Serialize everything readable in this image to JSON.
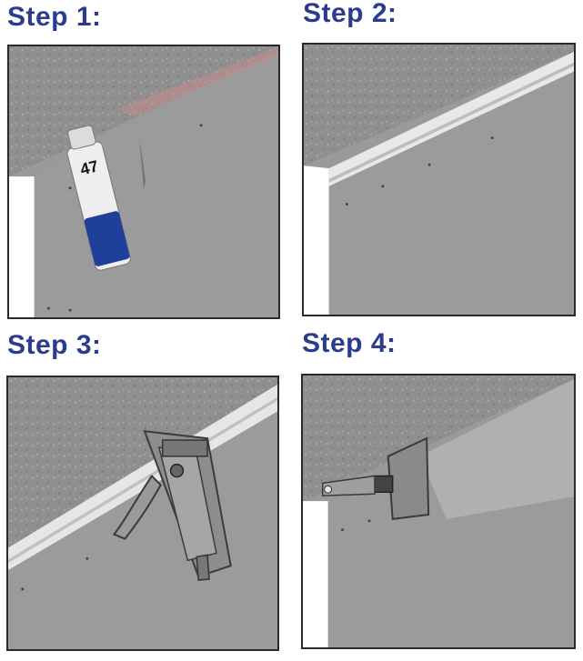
{
  "steps": [
    {
      "title": "Step 1:",
      "illustration": "ceiling-wall-corner-with-spray-can"
    },
    {
      "title": "Step 2:",
      "illustration": "ceiling-wall-corner-with-cornice-strip"
    },
    {
      "title": "Step 3:",
      "illustration": "ceiling-wall-corner-with-staple-gun"
    },
    {
      "title": "Step 4:",
      "illustration": "ceiling-wall-corner-with-putty-knife"
    }
  ],
  "spray_can_label": "47",
  "colors": {
    "title": "#2b3c8f",
    "wall": "#9a9a9a",
    "ceiling": "#8c8c8c",
    "cornice": "#e6e6e6",
    "can_blue": "#1f3f9a"
  }
}
